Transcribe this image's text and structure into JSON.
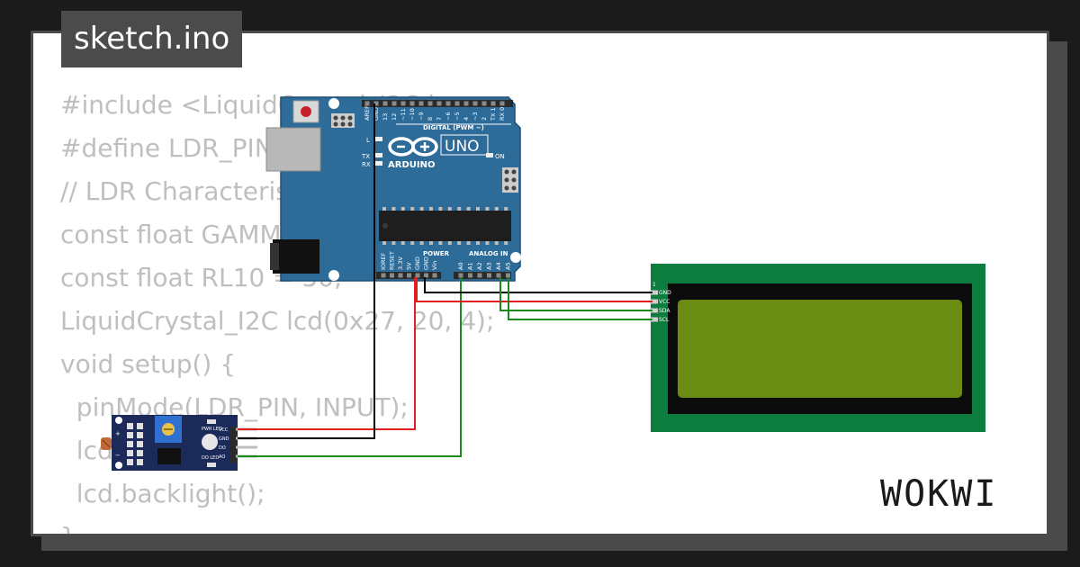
{
  "title": "sketch.ino",
  "code_lines": [
    "#include <LiquidCrystal_I2C.h>",
    "#define LDR_PIN 2",
    "// LDR Characteristics",
    "const float GAMMA = 0.7;",
    "const float RL10 = 50;",
    "LiquidCrystal_I2C lcd(0x27, 20, 4);",
    "void setup() {",
    "  pinMode(LDR_PIN, INPUT);",
    "  lcd.init();",
    "  lcd.backlight();",
    "}"
  ],
  "brand": "WOKWI",
  "arduino": {
    "logo_text": "ARDUINO",
    "model": "UNO",
    "digital_label": "DIGITAL (PWM ~)",
    "power_label": "POWER",
    "analog_label": "ANALOG IN",
    "on_label": "ON",
    "led_labels": [
      "L",
      "TX",
      "RX"
    ],
    "top_pin_labels": [
      "AREF",
      "GND",
      "13",
      "12",
      "~11",
      "~10",
      "~9",
      "8",
      "7",
      "~6",
      "~5",
      "4",
      "~3",
      "2",
      "TX 1",
      "RX 0"
    ],
    "power_pin_labels": [
      "IOREF",
      "RESET",
      "3.3V",
      "5V",
      "GND",
      "GND",
      "Vin"
    ],
    "analog_pin_labels": [
      "A0",
      "A1",
      "A2",
      "A3",
      "A4",
      "A5"
    ]
  },
  "lcd": {
    "pin_one": "1",
    "pins": [
      "GND",
      "VCC",
      "SDA",
      "SCL"
    ]
  },
  "ldr_module": {
    "pins": [
      "VCC",
      "GND",
      "DO",
      "AO"
    ],
    "pwr_led_label": "PWR LED",
    "do_led_label": "DO LED"
  },
  "colors": {
    "board_blue": "#2d6b99",
    "lcd_green": "#0c7d3f",
    "lcd_screen": "#6a8c12",
    "module_navy": "#1c2a5a",
    "wire_black": "#000000",
    "wire_red": "#e0201e",
    "wire_green": "#1a8a1a"
  }
}
